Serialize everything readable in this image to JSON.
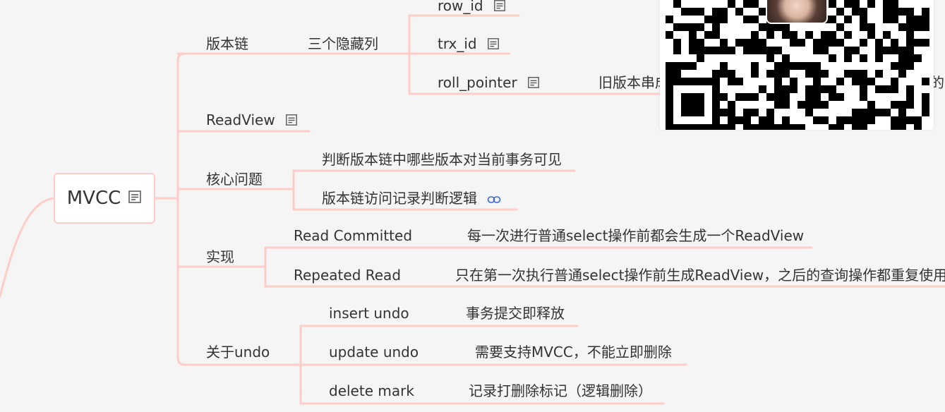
{
  "root": {
    "label": "MVCC"
  },
  "branches": {
    "version_chain": {
      "label": "版本链",
      "hidden_cols": {
        "label": "三个隐藏列",
        "items": [
          "row_id",
          "trx_id",
          "roll_pointer"
        ],
        "roll_pointer_desc": "旧版本串成"
      }
    },
    "readview": {
      "label": "ReadView"
    },
    "core": {
      "label": "核心问题",
      "items": [
        "判断版本链中哪些版本对当前事务可见",
        "版本链访问记录判断逻辑"
      ]
    },
    "impl": {
      "label": "实现",
      "items": [
        {
          "name": "Read Committed",
          "desc": "每一次进行普通select操作前都会生成一个ReadView"
        },
        {
          "name": "Repeated Read",
          "desc": "只在第一次执行普通select操作前生成ReadView，之后的查询操作都重复使用"
        }
      ]
    },
    "undo": {
      "label": "关于undo",
      "items": [
        {
          "name": "insert undo",
          "desc": "事务提交即释放"
        },
        {
          "name": "update undo",
          "desc": "需要支持MVCC，不能立即删除"
        },
        {
          "name": "delete mark",
          "desc": "记录打删除标记（逻辑删除）"
        }
      ]
    }
  },
  "overlay": {
    "right_edge_text": "的位"
  },
  "colors": {
    "edge": "#ffcdc8",
    "icon": "#555555",
    "link": "#3a66d6"
  }
}
